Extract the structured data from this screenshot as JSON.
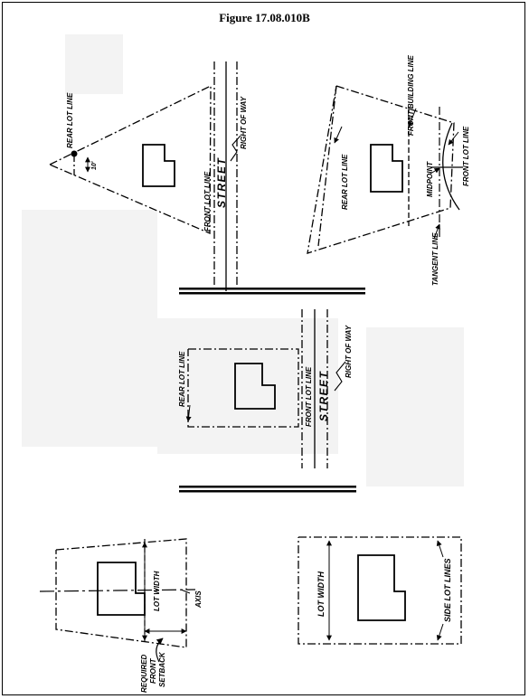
{
  "title": "Figure 17.08.010B",
  "labels": {
    "rear_lot_line": "REAR LOT LINE",
    "ten_ft": "10'",
    "right_of_way": "RIGHT OF WAY",
    "front_lot_line": "FRONT LOT LINE",
    "street": "STREET",
    "front_building_line": "FRONT BUILDING LINE",
    "midpoint": "MIDPOINT",
    "tangent_line": "TANGENT LINE",
    "lot_width": "LOT WIDTH",
    "axis": "AXIS",
    "required_front_setback_1": "REQUIRED",
    "required_front_setback_2": "FRONT",
    "required_front_setback_3": "SETBACK",
    "lot_width_2": "LOT  WIDTH",
    "side_lot_lines": "SIDE LOT LINES"
  }
}
